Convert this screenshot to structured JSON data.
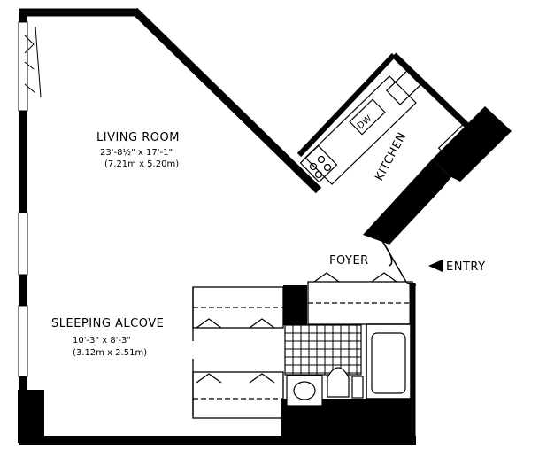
{
  "plan": {
    "rooms": {
      "living": {
        "name": "LIVING ROOM",
        "dim_imperial": "23'-8½\" x 17'-1\"",
        "dim_metric": "(7.21m x 5.20m)"
      },
      "sleeping": {
        "name": "SLEEPING ALCOVE",
        "dim_imperial": "10'-3\" x 8'-3\"",
        "dim_metric": "(3.12m x 2.51m)"
      },
      "kitchen": {
        "name": "KITCHEN"
      },
      "foyer": {
        "name": "FOYER"
      }
    },
    "entry": {
      "label": "ENTRY",
      "arrow": "left-pointing-triangle"
    },
    "appliances": {
      "dishwasher": "DW"
    }
  }
}
